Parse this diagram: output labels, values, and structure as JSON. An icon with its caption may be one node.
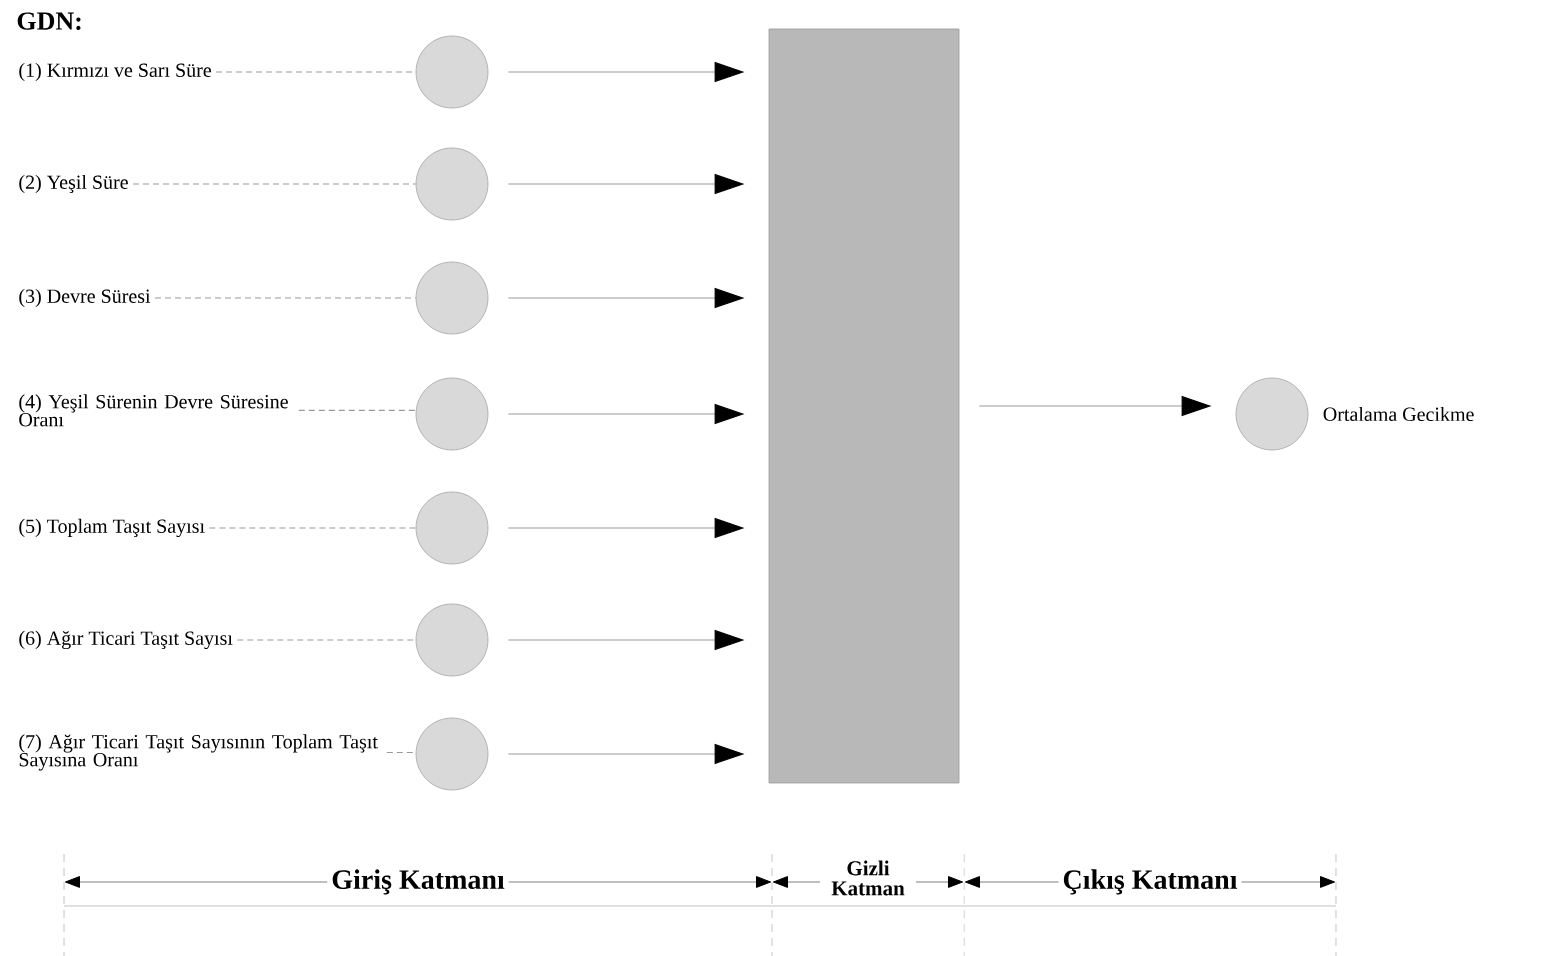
{
  "diagram": {
    "title": "GDN:",
    "nodes": [
      {
        "text": [
          "(1) Kırmızı ve Sarı Süre"
        ]
      },
      {
        "text": [
          "(2) Yeşil Süre"
        ]
      },
      {
        "text": [
          "(3) Devre Süresi"
        ]
      },
      {
        "text": [
          "(4) Yeşil Sürenin Devre Süresine Oranı"
        ]
      },
      {
        "text": [
          "(5) Toplam Taşıt Sayısı"
        ]
      },
      {
        "text": [
          "(6) Ağır Ticari Taşıt Sayısı"
        ]
      },
      {
        "text": [
          "(7) Ağır Ticari Taşıt Sayısının Toplam Taşıt Sayısına Oranı"
        ]
      },
      {
        "text": [],
        "shape": "circle"
      },
      {
        "text": [],
        "shape": "circle"
      },
      {
        "text": [],
        "shape": "circle"
      },
      {
        "text": [],
        "shape": "circle"
      },
      {
        "text": [],
        "shape": "circle"
      },
      {
        "text": [],
        "shape": "circle"
      },
      {
        "text": [],
        "shape": "circle"
      },
      {
        "text": [],
        "shape": "box"
      },
      {
        "text": [],
        "shape": "circle",
        "beside": [
          "Ortalama Gecikme"
        ]
      }
    ],
    "edges": [
      {
        "from": 0,
        "to": 7,
        "arrow": "none",
        "style": "dashed"
      },
      {
        "from": 1,
        "to": 8,
        "arrow": "none",
        "style": "dashed"
      },
      {
        "from": 2,
        "to": 9,
        "arrow": "none",
        "style": "dashed"
      },
      {
        "from": 3,
        "to": 10,
        "arrow": "none",
        "style": "dashed"
      },
      {
        "from": 4,
        "to": 11,
        "arrow": "none",
        "style": "dashed"
      },
      {
        "from": 5,
        "to": 12,
        "arrow": "none",
        "style": "dashed"
      },
      {
        "from": 6,
        "to": 13,
        "arrow": "none",
        "style": "dashed"
      },
      {
        "from": 7,
        "to": 14,
        "arrow": "to"
      },
      {
        "from": 8,
        "to": 14,
        "arrow": "to"
      },
      {
        "from": 9,
        "to": 14,
        "arrow": "to"
      },
      {
        "from": 10,
        "to": 14,
        "arrow": "to"
      },
      {
        "from": 11,
        "to": 14,
        "arrow": "to"
      },
      {
        "from": 12,
        "to": 14,
        "arrow": "to"
      },
      {
        "from": 13,
        "to": 14,
        "arrow": "to"
      },
      {
        "from": 14,
        "to": 15,
        "arrow": "to"
      }
    ],
    "labels": [
      "Giriş Katmanı",
      "Gizli Katman",
      "Çıkış Katmanı"
    ]
  }
}
